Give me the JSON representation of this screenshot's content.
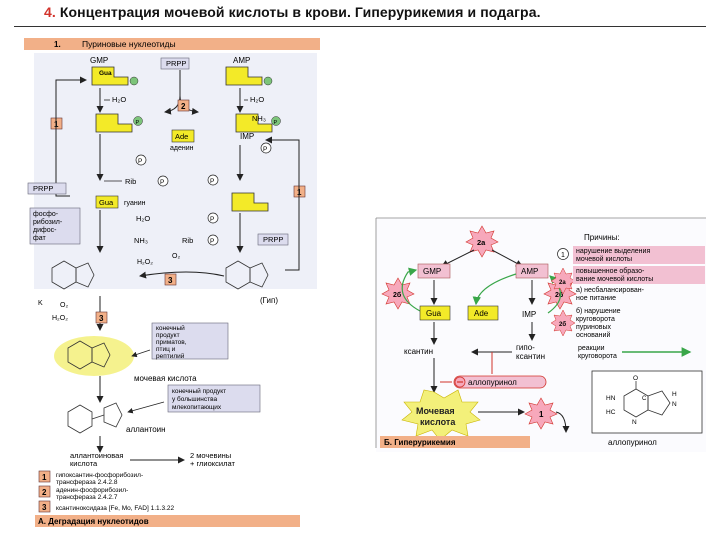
{
  "slide": {
    "number": "4.",
    "title": "Концентрация мочевой кислоты в крови. Гиперурикемия и подагра."
  },
  "panel_a": {
    "section_number": "1.",
    "section_title": "Пуриновые нуклеотиды",
    "gmp": "GMP",
    "prpp_top": "PRPP",
    "amp": "AMP",
    "p": "P",
    "h2o": "H₂O",
    "nh3": "NH₃",
    "ade": "Ade",
    "adenine": "аденин",
    "imp": "IMP",
    "rib": "Rib",
    "gua": "Gua",
    "guanine": "гуанин",
    "prpp_left": "PRPP",
    "prpp_sub": [
      "фосфо-",
      "рибозил-",
      "дифос-",
      "фат"
    ],
    "prpp_right": "PRPP",
    "o2": "O₂",
    "h2o2": "H₂O₂",
    "hyp": "(Гип)",
    "k_label": "K",
    "end_box_1": [
      "конечный",
      "продукт",
      "приматов,",
      "птиц и",
      "рептилий"
    ],
    "uric_acid": "мочевая кислота",
    "end_box_2": [
      "конечный продукт",
      "у большинства",
      "млекопитающих"
    ],
    "allantoin": "аллантоин",
    "allantoic_acid": [
      "аллантоиновая",
      "кислота"
    ],
    "products": [
      "2 мочевины",
      "+ глиоксилат"
    ],
    "legend": [
      {
        "n": "1",
        "text": [
          "гипоксантин-фосфорибозил-",
          "трансфераза 2.4.2.8"
        ]
      },
      {
        "n": "2",
        "text": [
          "аденин-фосфорибозил-",
          "трансфераза 2.4.2.7"
        ]
      },
      {
        "n": "3",
        "text": [
          "ксантиноксидаза [Fe, Mo, FAD] 1.1.3.22"
        ]
      }
    ],
    "caption": "A. Деградация нуклеотидов"
  },
  "panel_b": {
    "causes_title": "Причины:",
    "causes": [
      {
        "n": "1",
        "text": [
          "нарушение выделения",
          "мочевой кислоты"
        ]
      },
      {
        "n": "",
        "text": [
          "повышенное образо-",
          "вание мочевой кислоты"
        ]
      },
      {
        "n": "",
        "text": [
          "а) несбалансирован-",
          "ное питание"
        ]
      },
      {
        "n": "",
        "text": [
          "б) нарушение",
          "круговорота",
          "пуриновых",
          "оснований"
        ]
      }
    ],
    "cycle_reactions": [
      "реакции",
      "круговорота"
    ],
    "burst_2a": "2a",
    "burst_2b": "2б",
    "burst_2b_low": "2б",
    "burst_1": "1",
    "gmp": "GMP",
    "amp": "AMP",
    "gua": "Gua",
    "ade": "Ade",
    "imp": "IMP",
    "xanthine": "ксантин",
    "hypoxanthine": [
      "гипо-",
      "ксантин"
    ],
    "allopurinol_inhib": "аллопуринол",
    "uric_acid": [
      "Мочевая",
      "кислота"
    ],
    "caption": "Б. Гиперурикемия",
    "allopurinol_caption": "аллопуринол",
    "struct_hn": "HN",
    "struct_h": "H",
    "struct_n": "N",
    "struct_hc": "HC",
    "struct_c": "C",
    "struct_o": "O"
  },
  "colors": {
    "yellow": "#f3ea28",
    "orange_box": "#f2b088",
    "lavender": "#dcdcee",
    "pink": "#f2c0d2",
    "red": "#d2332b",
    "green": "#39a649",
    "burst": "#f7a8bb",
    "halo": "#f3f07a"
  }
}
